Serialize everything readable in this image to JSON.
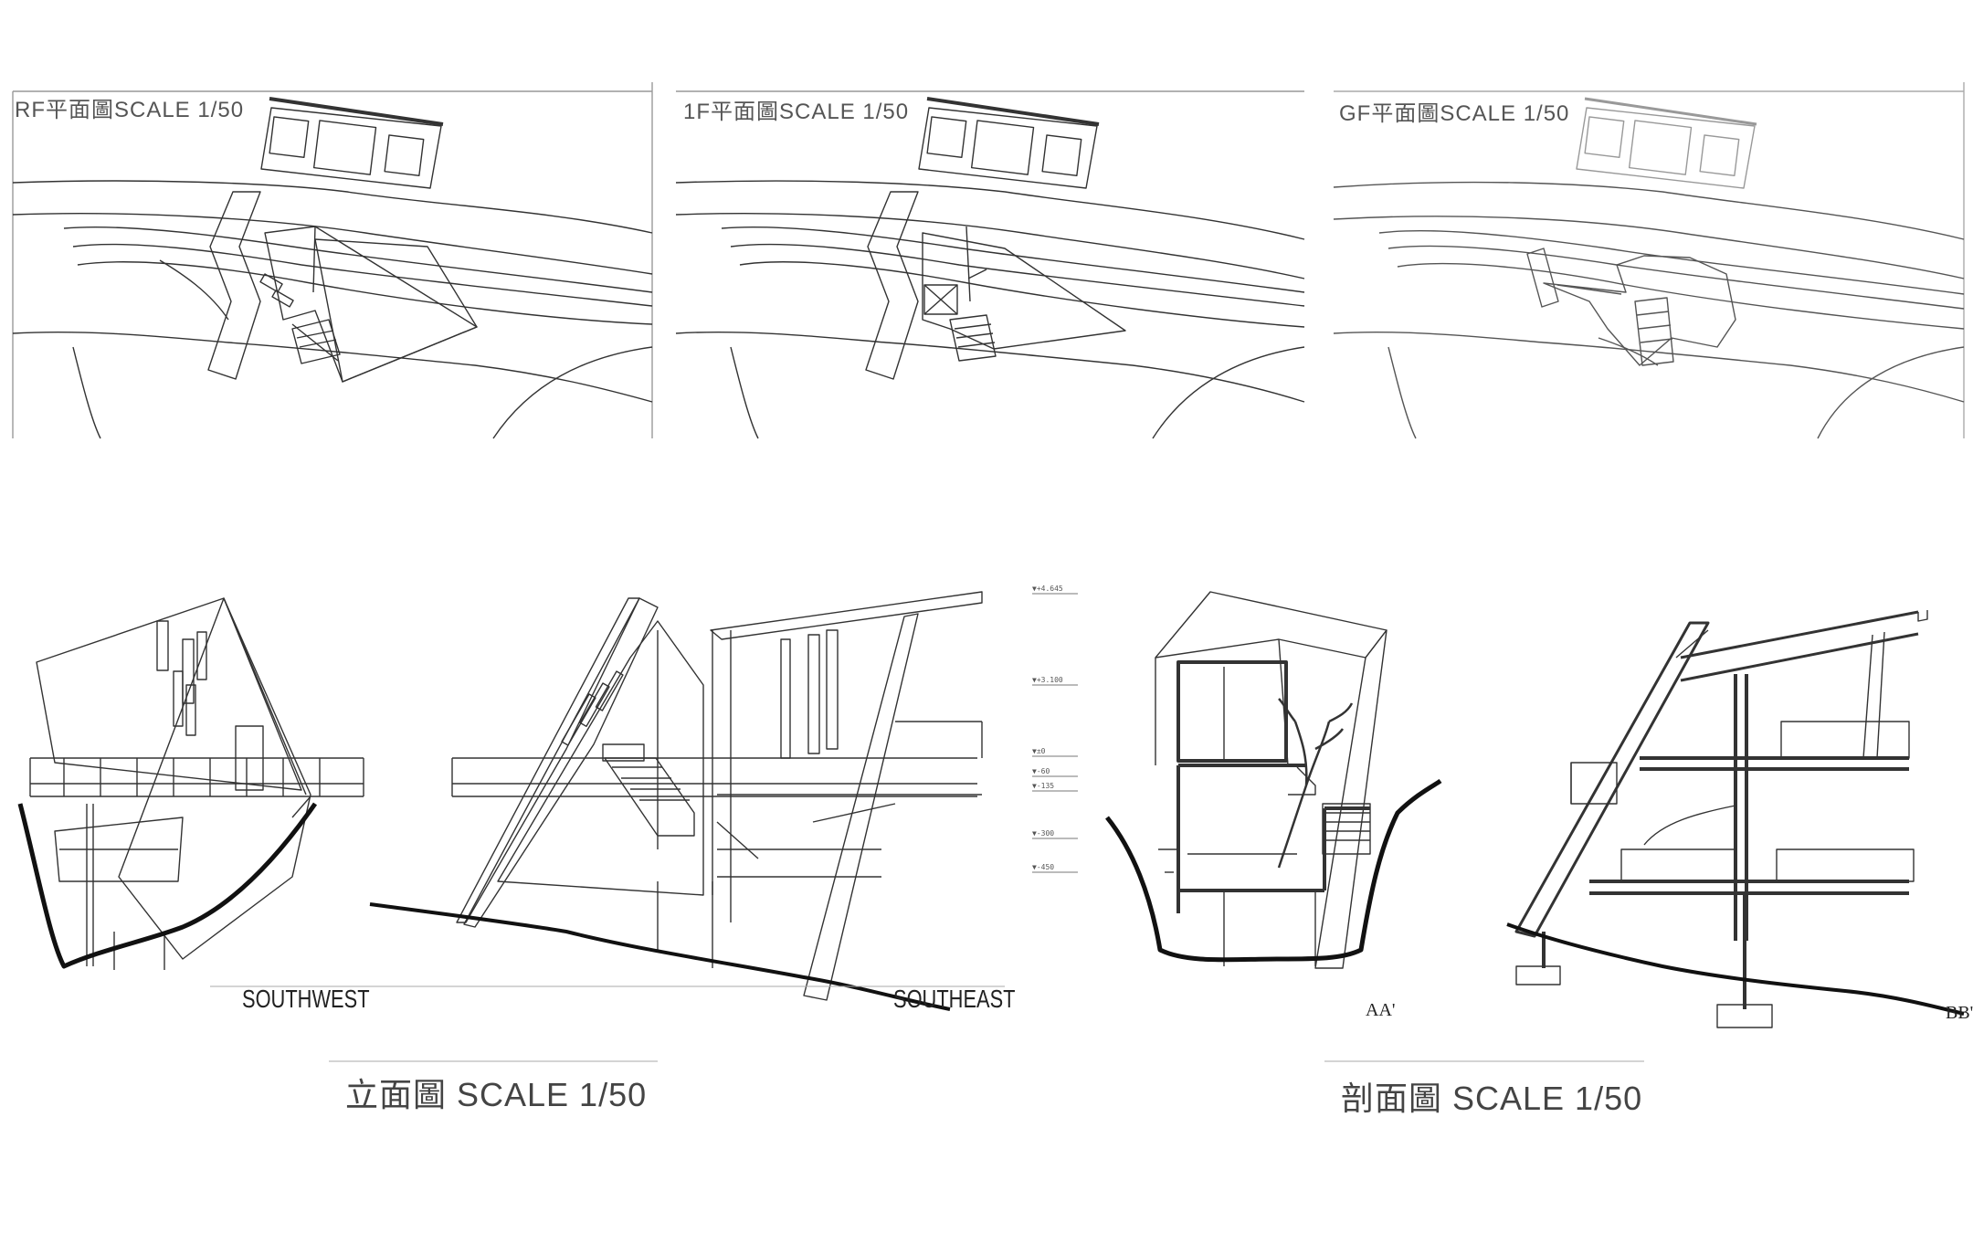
{
  "plans": {
    "rf": {
      "title": "RF平面圖SCALE 1/50"
    },
    "f1": {
      "title": "1F平面圖SCALE 1/50"
    },
    "gf": {
      "title": "GF平面圖SCALE 1/50"
    }
  },
  "elevations": {
    "southwest": {
      "label": "SOUTHWEST"
    },
    "southeast": {
      "label": "SOUTHEAST"
    },
    "group_title": "立面圖 SCALE 1/50"
  },
  "sections": {
    "aa": {
      "label": "AA'"
    },
    "bb": {
      "label": "BB'"
    },
    "group_title": "剖面圖 SCALE 1/50"
  },
  "level_marks": [
    "▼+4.645",
    "▼+3.100",
    "▼±0",
    "▼-60",
    "▼-135",
    "▼-300",
    "▼-450"
  ]
}
